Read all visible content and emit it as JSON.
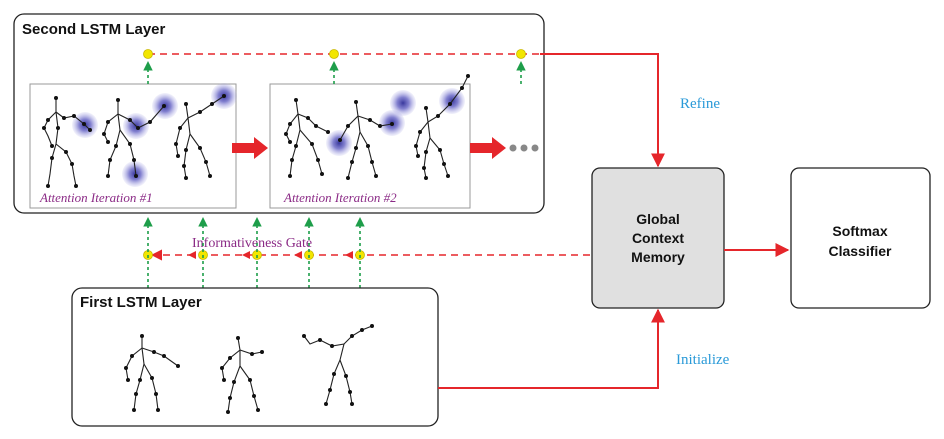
{
  "second_layer": {
    "title": "Second LSTM Layer"
  },
  "first_layer": {
    "title": "First LSTM Layer"
  },
  "attention": {
    "iter1": "Attention Iteration #1",
    "iter2": "Attention Iteration #2"
  },
  "gate_label": "Informativeness Gate",
  "memory": {
    "line1": "Global",
    "line2": "Context",
    "line3": "Memory"
  },
  "classifier": {
    "line1": "Softmax",
    "line2": "Classifier"
  },
  "refine_label": "Refine",
  "initialize_label": "Initialize",
  "colors": {
    "red_arrow": "#e5262b",
    "green_arrow": "#1e9e4a",
    "node_yellow": "#f2e600",
    "attention_blob": "#3d3ca6",
    "memory_fill": "#e0e0e0"
  }
}
